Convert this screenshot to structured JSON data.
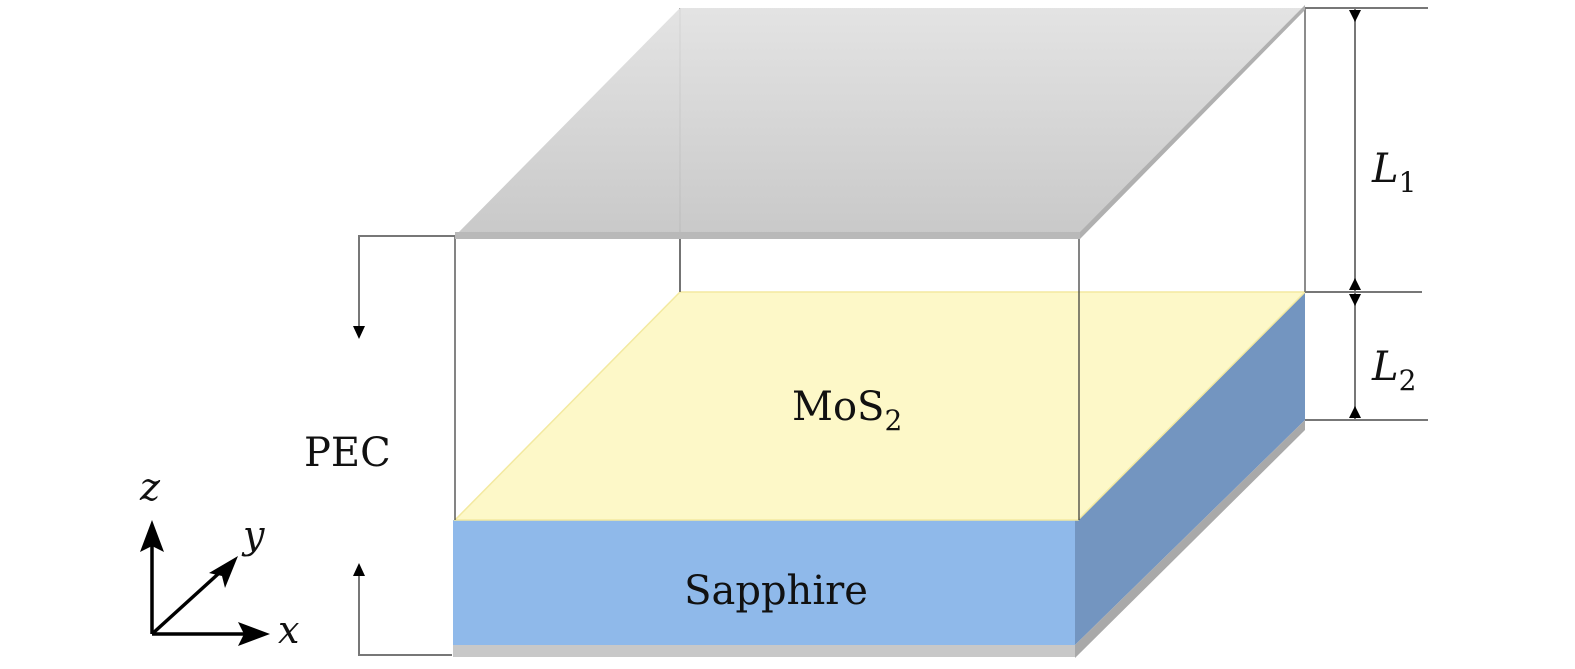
{
  "labels": {
    "pec": "PEC",
    "mos2": "MoS",
    "mos2_sub": "2",
    "sapphire": "Sapphire",
    "l1": "L",
    "l1_sub": "1",
    "l2": "L",
    "l2_sub": "2"
  },
  "axes": {
    "x": "x",
    "y": "y",
    "z": "z"
  },
  "colors": {
    "pec_plate": "#d4d4d4",
    "mos2": "#fdf8c8",
    "sapphire_front": "#8fb9ea",
    "sapphire_side": "#7395c0"
  }
}
